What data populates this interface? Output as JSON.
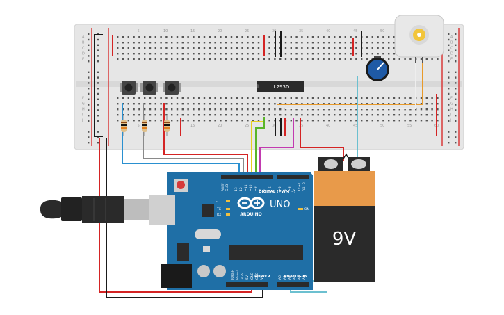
{
  "breadboard": {
    "column_numbers": [
      "5",
      "10",
      "15",
      "20",
      "25",
      "30",
      "35",
      "40",
      "45",
      "50",
      "55",
      "60"
    ],
    "row_letters_top": [
      "A",
      "B",
      "C",
      "D",
      "E"
    ],
    "row_letters_bottom": [
      "F",
      "G",
      "H",
      "I",
      "J"
    ]
  },
  "ic": {
    "label": "L293D"
  },
  "arduino": {
    "logo_text": "ARDUINO",
    "model": "UNO",
    "digital_header": "DIGITAL (PWM ~)",
    "power_header": "POWER",
    "analog_header": "ANALOG IN",
    "aref": "AREF",
    "gnd": "GND",
    "tx_rx": [
      "TX",
      "RX"
    ],
    "led_labels": [
      "L",
      "TX",
      "RX"
    ],
    "on_label": "ON",
    "digital_pins": [
      "13",
      "12",
      "~11",
      "~10",
      "~9",
      "8",
      "7",
      "~6",
      "~5",
      "4",
      "~3",
      "2",
      "TX→1",
      "RX←0"
    ],
    "power_pins": [
      "IOREF",
      "RESET",
      "3.3V",
      "5V",
      "GND",
      "GND",
      "Vin"
    ],
    "analog_pins": [
      "A0",
      "A1",
      "A2",
      "A3",
      "A4",
      "A5"
    ]
  },
  "battery": {
    "label": "9V"
  },
  "colors": {
    "breadboard": "#e6e6e6",
    "power_rail_red": "#d93a3a",
    "arduino_blue": "#1f6fa6",
    "battery_orange": "#e89a4a",
    "battery_black": "#2a2a2a",
    "wire_red": "#d42424",
    "wire_black": "#1a1a1a",
    "wire_blue": "#2a90d0",
    "wire_gray": "#8a8a8a",
    "wire_yellow": "#e8d020",
    "wire_green": "#5ab52a",
    "wire_magenta": "#c23ab0",
    "wire_orange": "#e89a2a",
    "wire_teal": "#6cc0d0",
    "potentiometer": "#1f5aa6",
    "motor_gear": "#f2c53a"
  },
  "components": {
    "pushbuttons": 3,
    "resistors": 3
  }
}
